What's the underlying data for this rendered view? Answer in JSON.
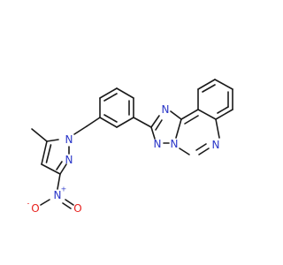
{
  "colors": {
    "background": "#ffffff",
    "bond": "#1a1a1a",
    "nitrogen": "#2a36c8",
    "oxygen": "#e8221e"
  },
  "atoms": [
    {
      "id": "n_pz1",
      "symbol": "N",
      "element": "nitrogen"
    },
    {
      "id": "n_pz2",
      "symbol": "N",
      "element": "nitrogen"
    },
    {
      "id": "n_nitro",
      "symbol": "N",
      "charge": "+",
      "element": "nitrogen"
    },
    {
      "id": "o_minus",
      "symbol": "O",
      "charge": "-",
      "element": "oxygen"
    },
    {
      "id": "o_double",
      "symbol": "O",
      "element": "oxygen"
    },
    {
      "id": "n_tz1",
      "symbol": "N",
      "element": "nitrogen"
    },
    {
      "id": "n_tz2",
      "symbol": "N",
      "element": "nitrogen"
    },
    {
      "id": "n_tz3",
      "symbol": "N",
      "element": "nitrogen"
    },
    {
      "id": "n_qz",
      "symbol": "N",
      "element": "nitrogen"
    }
  ]
}
